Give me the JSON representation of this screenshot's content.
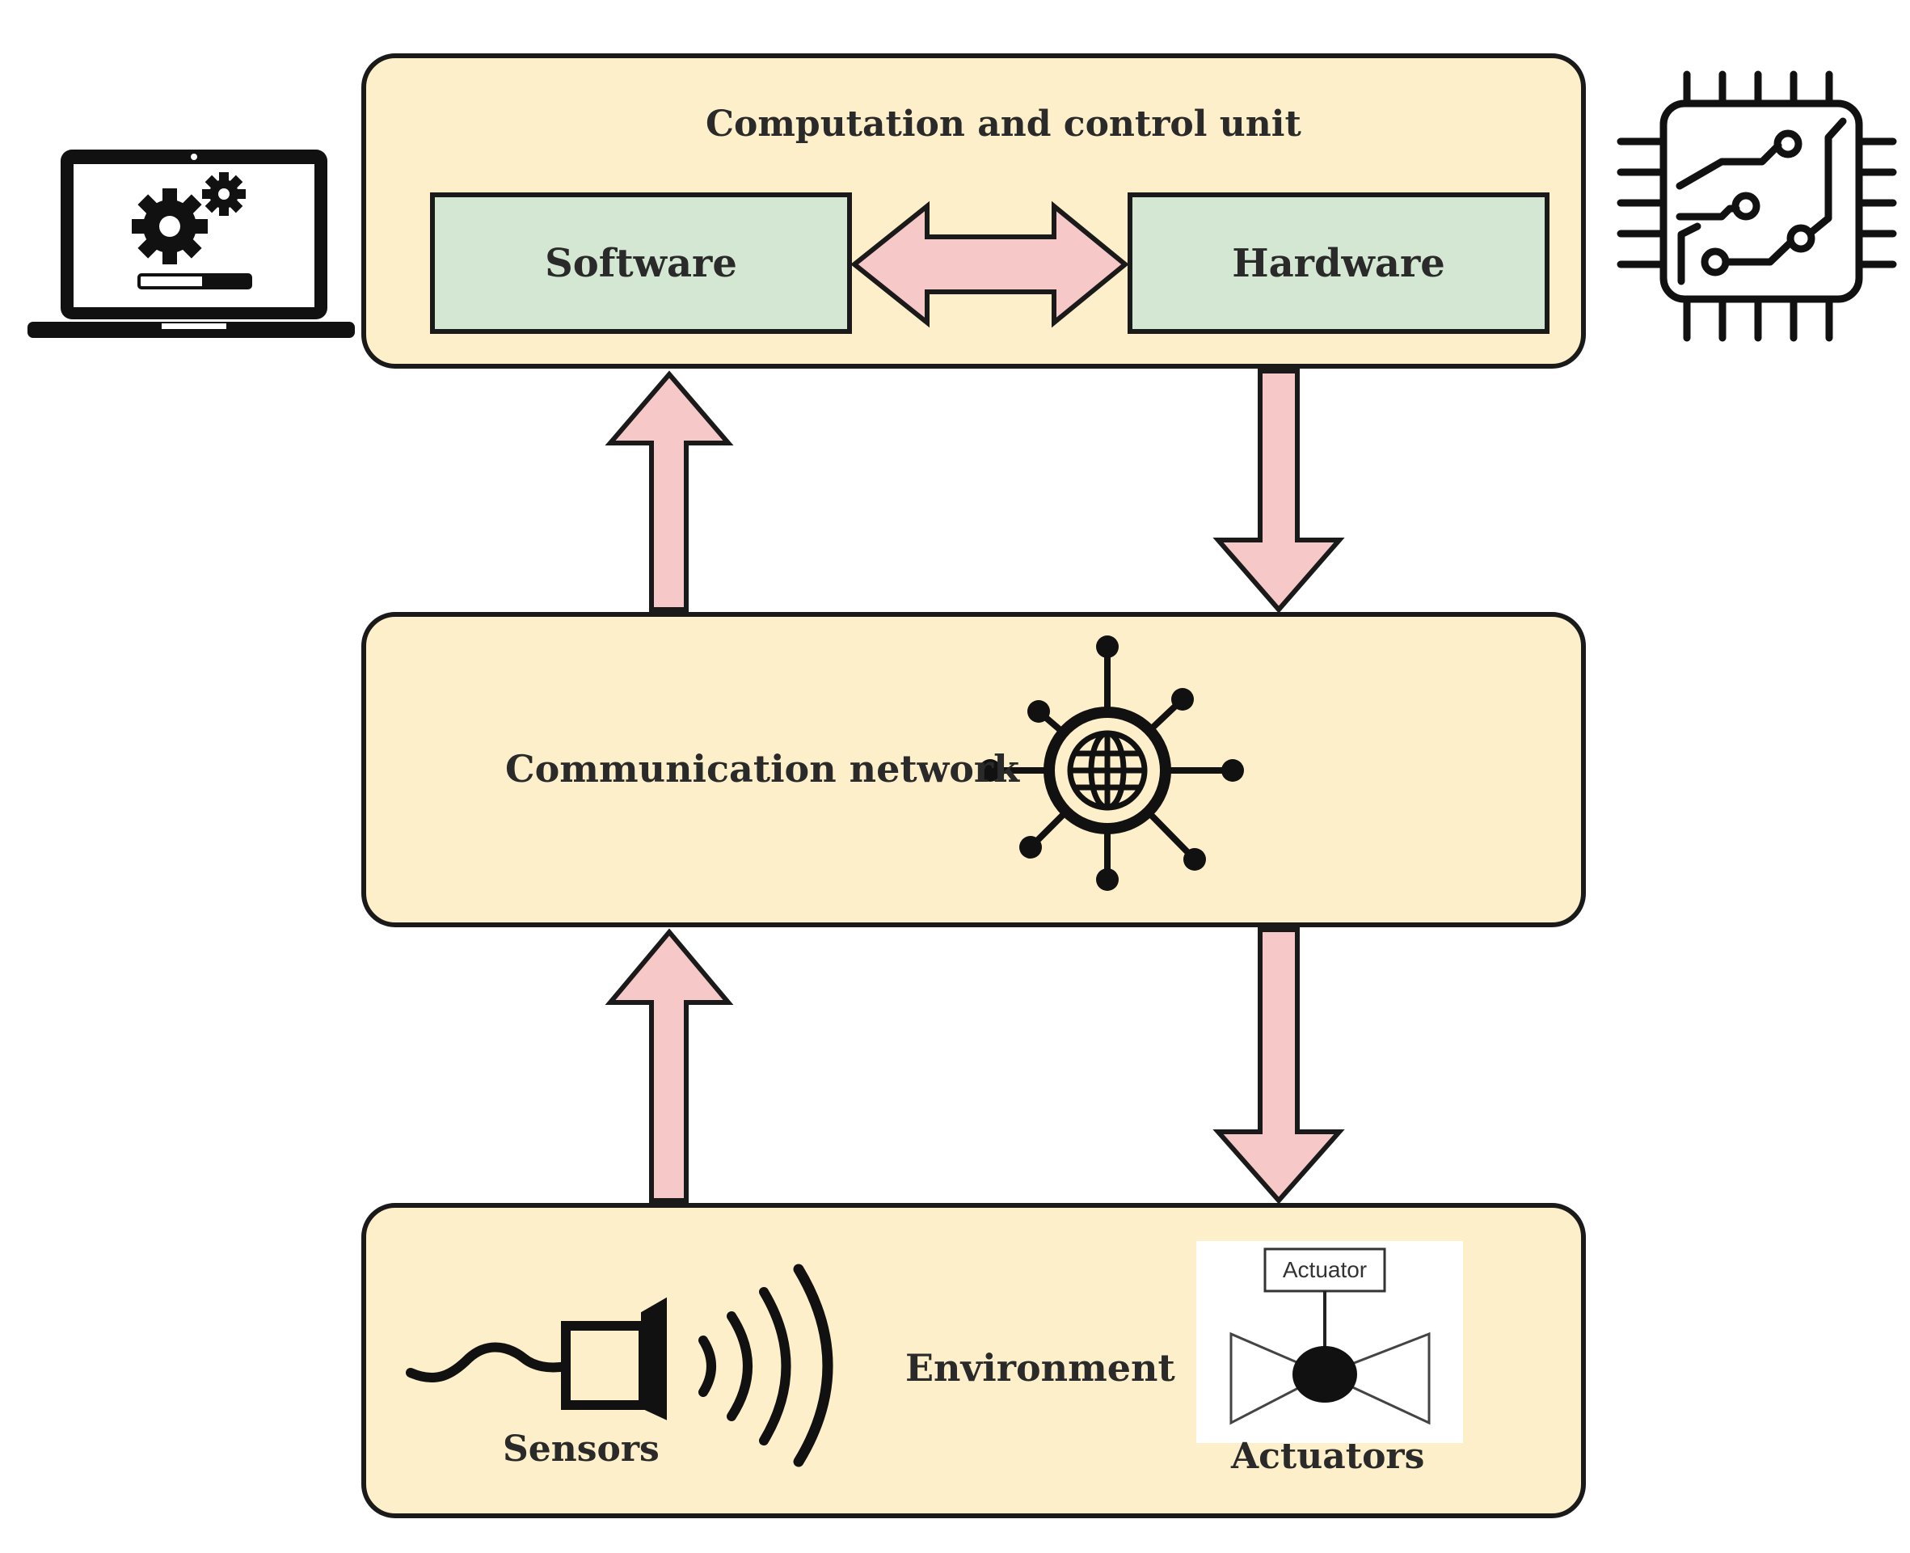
{
  "computation_unit": {
    "title": "Computation and control unit",
    "software_label": "Software",
    "hardware_label": "Hardware"
  },
  "communication_layer": {
    "title": "Communication network"
  },
  "environment_layer": {
    "title": "Environment",
    "sensors_label": "Sensors",
    "actuators_label": "Actuators",
    "actuator_box_label": "Actuator"
  },
  "icons": {
    "laptop": "laptop-gears-icon",
    "chip": "circuit-chip-icon",
    "network": "network-globe-icon",
    "sensor": "sensor-waves-icon",
    "actuator": "actuator-valve-icon"
  },
  "colors": {
    "layer_fill": "#fcefc9",
    "module_fill": "#d4e7d2",
    "arrow_fill": "#f7c8c8",
    "outline": "#1a1a1a"
  }
}
